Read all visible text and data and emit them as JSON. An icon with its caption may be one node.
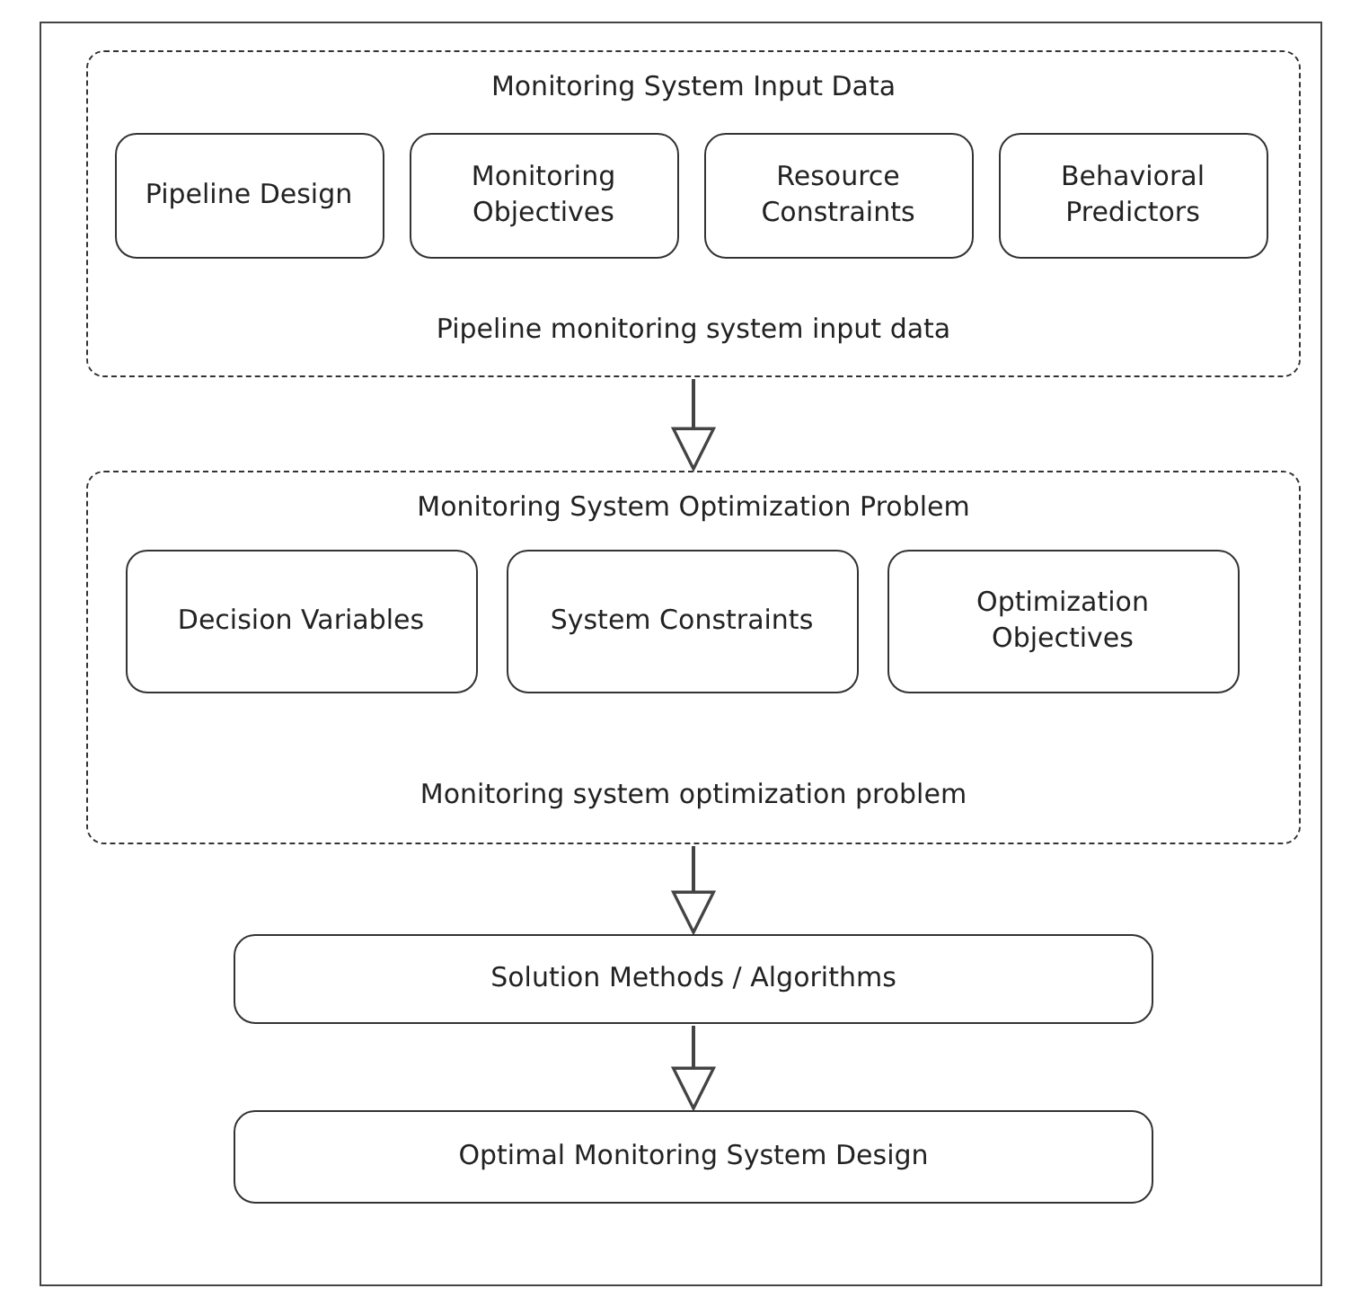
{
  "diagram": {
    "nodes": [
      {
        "text": [
          "Monitoring System Input Data",
          "Pipeline monitoring system input data"
        ]
      },
      {
        "text": [
          "Pipeline Design"
        ],
        "in": 0
      },
      {
        "text": [
          "Monitoring Objectives"
        ],
        "in": 0
      },
      {
        "text": [
          "Resource Constraints"
        ],
        "in": 0
      },
      {
        "text": [
          "Behavioral Predictors"
        ],
        "in": 0
      },
      {
        "text": [
          "Monitoring System Optimization Problem",
          "Monitoring system optimization problem"
        ]
      },
      {
        "text": [
          "Decision Variables"
        ],
        "in": 5
      },
      {
        "text": [
          "System Constraints"
        ],
        "in": 5
      },
      {
        "text": [
          "Optimization Objectives"
        ],
        "in": 5
      },
      {
        "text": [
          "Solution Methods / Algorithms"
        ]
      },
      {
        "text": [
          "Optimal Monitoring System Design"
        ]
      }
    ],
    "edges": [
      {
        "from": 0,
        "to": 5,
        "arrow": "to"
      },
      {
        "from": 5,
        "to": 9,
        "arrow": "to"
      },
      {
        "from": 9,
        "to": 10,
        "arrow": "to"
      }
    ]
  }
}
